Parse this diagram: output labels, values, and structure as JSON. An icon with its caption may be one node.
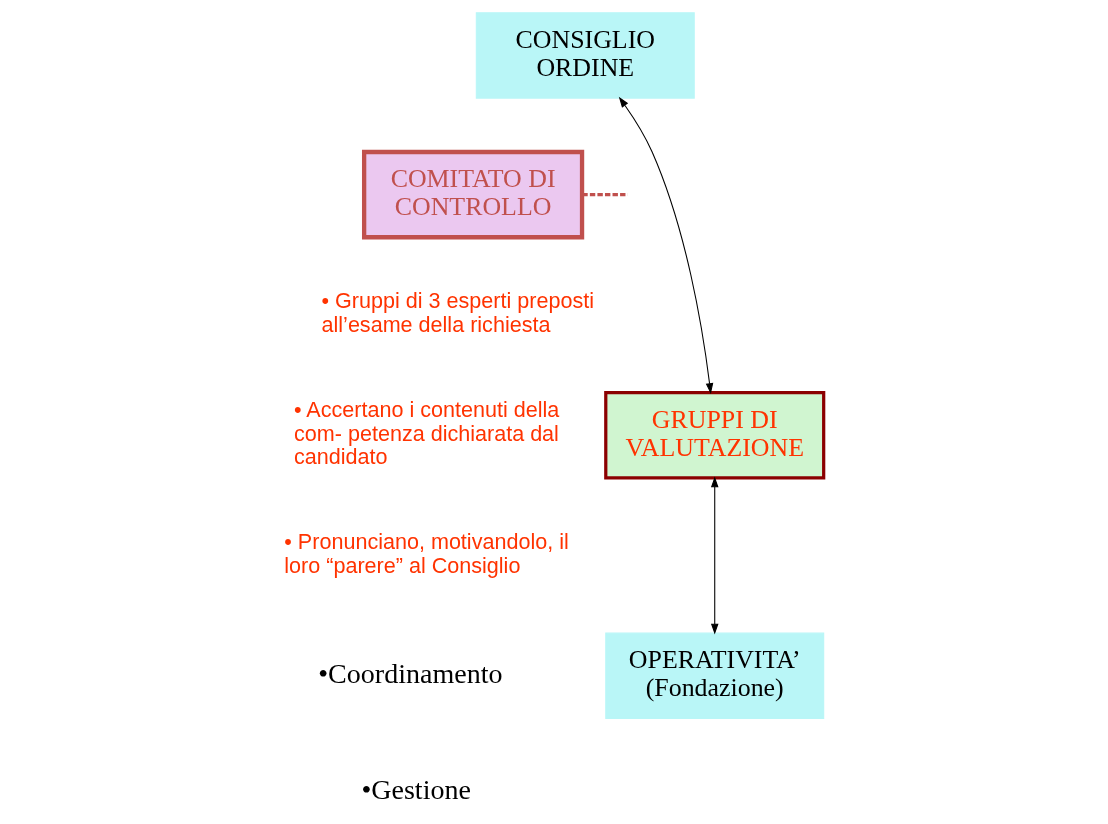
{
  "diagram": {
    "nodes": [
      {
        "text": [
          "CONSIGLIO ORDINE"
        ]
      },
      {
        "text": [
          "COMITATO DI CONTROLLO"
        ]
      },
      {
        "text": [
          "GRUPPI DI VALUTAZIONE"
        ]
      },
      {
        "text": [
          "OPERATIVITA’ (Fondazione)"
        ]
      }
    ],
    "edges": [
      {
        "from": 0,
        "to": 2,
        "arrow": "both"
      },
      {
        "from": 1,
        "to": null,
        "arrow": "none",
        "style": "dashed",
        "color": "#c0504d"
      },
      {
        "from": 2,
        "to": 3,
        "arrow": "both"
      }
    ],
    "labels": [
      "• Gruppi di 3 esperti preposti all’esame della richiesta",
      "• Accertano i contenuti della com- petenza dichiarata dal candidato",
      "• Pronunciano, motivandolo, il loro “parere” al Consiglio",
      "•Coordinamento",
      "•Gestione"
    ]
  }
}
